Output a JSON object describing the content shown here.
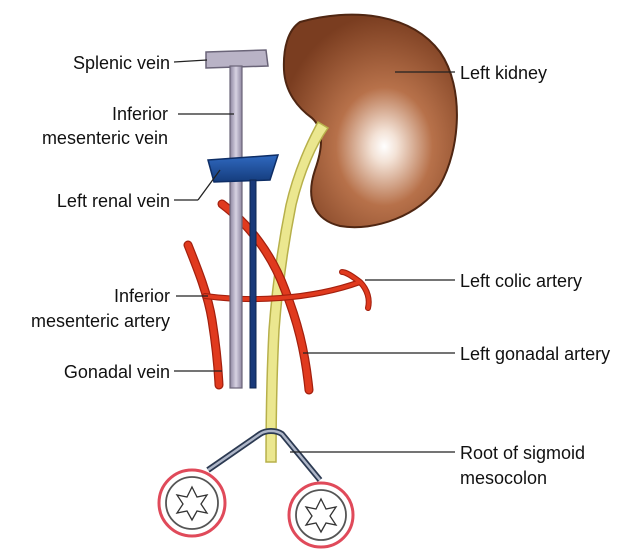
{
  "diagram": {
    "labels": {
      "splenic_vein": "Splenic vein",
      "ima_vein_line1": "Inferior",
      "ima_vein_line2": "mesenteric vein",
      "left_renal_vein": "Left renal vein",
      "ima_artery_line1": "Inferior",
      "ima_artery_line2": "mesenteric artery",
      "gonadal_vein": "Gonadal vein",
      "left_kidney": "Left kidney",
      "left_colic_artery": "Left colic artery",
      "left_gonadal_artery": "Left gonadal artery",
      "root_sigmoid_line1": "Root of sigmoid",
      "root_sigmoid_line2": "mesocolon"
    },
    "colors": {
      "kidney": "#8b4a2a",
      "kidney_highlight": "#ffffff",
      "ureter": "#e8e48a",
      "ureter_outline": "#b7b04a",
      "artery": "#e03a1e",
      "artery_outline": "#a4200e",
      "vein_grey": "#b9b3c6",
      "vein_grey_outline": "#6a6478",
      "renal_vein_blue": "#1c4e9a",
      "gonadal_vein_blue": "#1a3a7a",
      "mesocolon_ring": "#e04a5a",
      "mesocolon_root": "#2c3a52"
    }
  }
}
